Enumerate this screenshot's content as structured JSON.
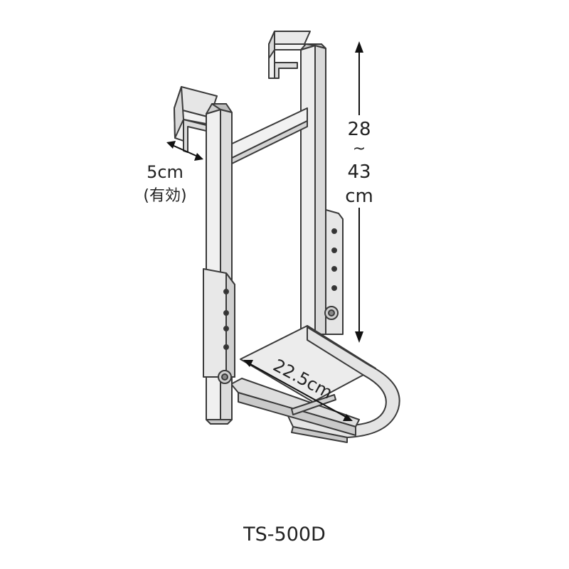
{
  "diagram": {
    "model": "TS-500D",
    "labels": {
      "hook_gap_value": "5cm",
      "hook_gap_note": "(有効)",
      "height_min": "28",
      "height_sep": "~",
      "height_max": "43",
      "height_unit": "cm",
      "step_depth": "22.5cm"
    }
  }
}
